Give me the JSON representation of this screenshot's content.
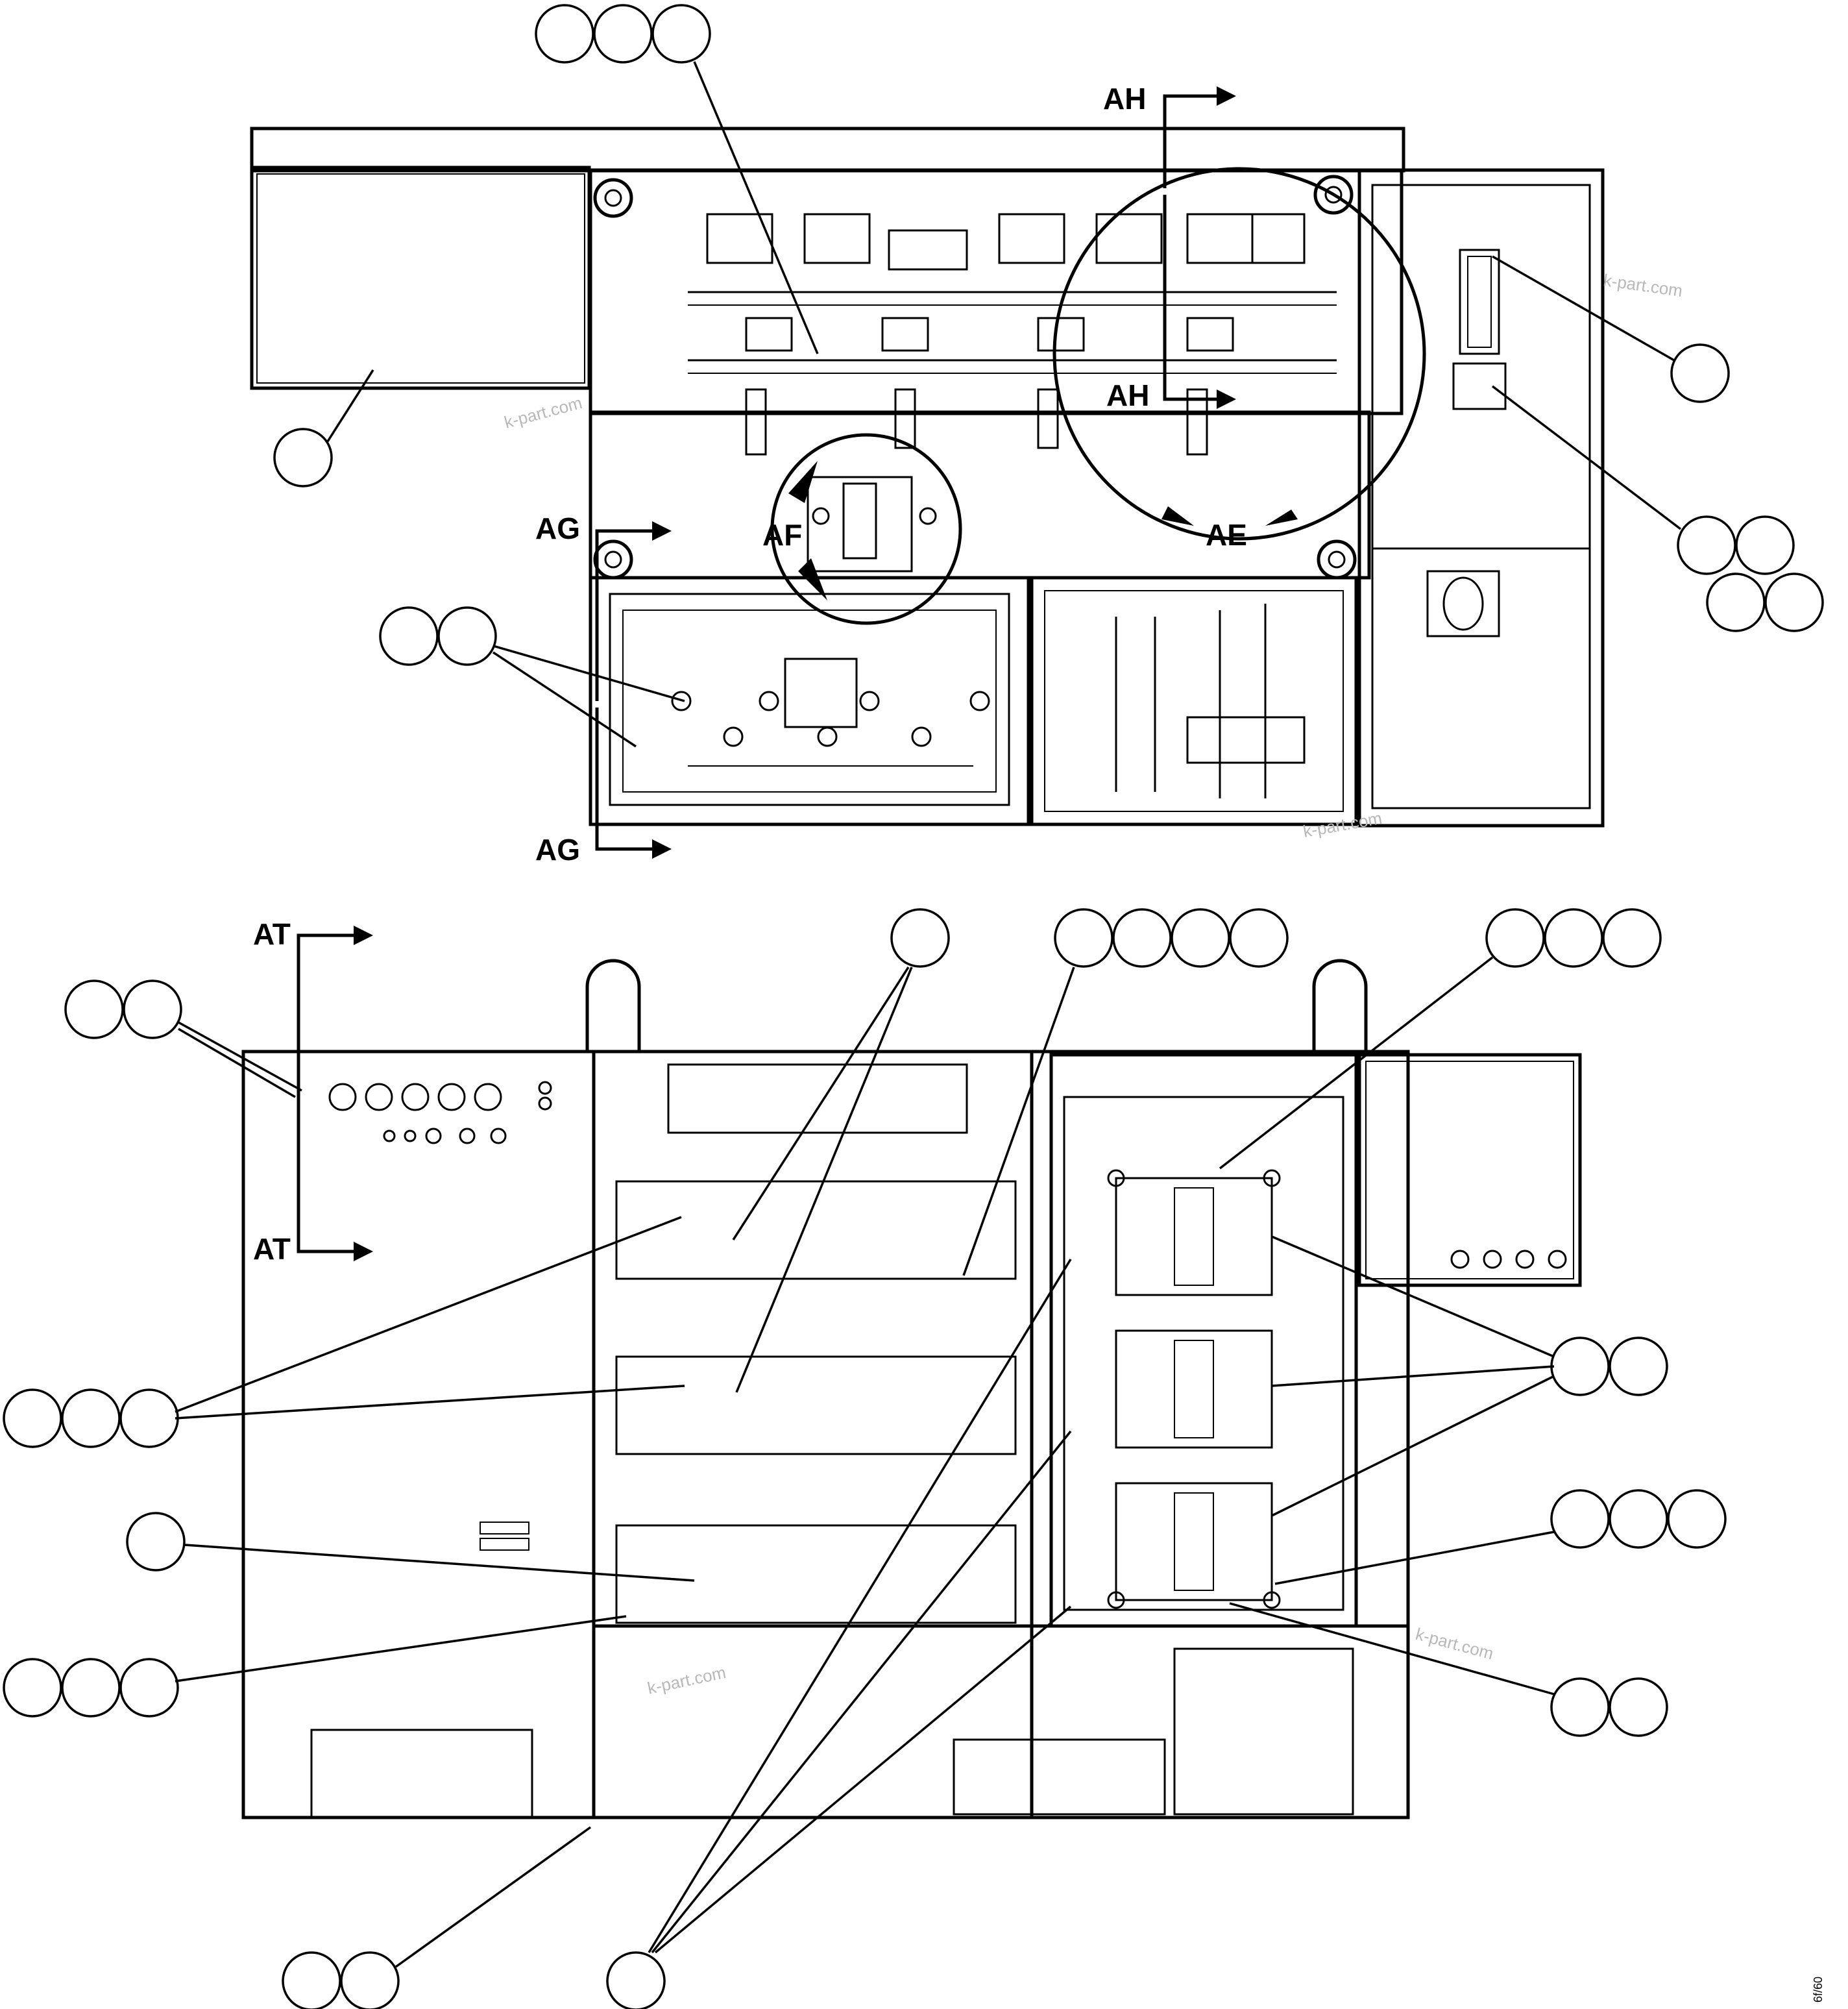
{
  "section_views": {
    "upper": [
      "AH",
      "AH",
      "AG",
      "AG",
      "AF",
      "AE"
    ],
    "lower": [
      "AT",
      "AT"
    ]
  },
  "watermarks": [
    "k-part.com",
    "k-part.com",
    "k-part.com",
    "k-part.com",
    "k-part.com"
  ],
  "figure_code": "6f/60"
}
